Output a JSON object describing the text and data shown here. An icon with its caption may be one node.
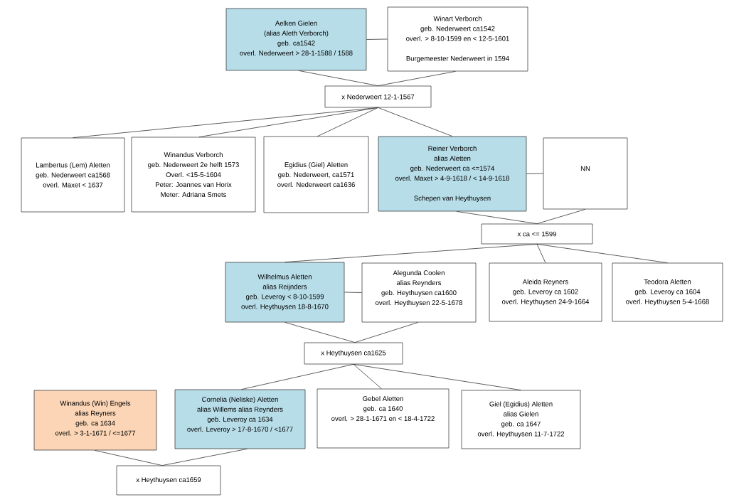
{
  "diagram": {
    "nodes": [
      {
        "text": [
          "Aelken Gielen",
          "(alias Aleth Verborch)",
          "geb. ca1542",
          "overl. Nederweert > 28-1-1588 / 1588"
        ]
      },
      {
        "text": [
          "Winart Verborch",
          "geb. Nederweert ca1542",
          "overl. > 8-10-1599 en < 12-5-1601",
          "Burgemeester Nederweert in 1594"
        ]
      },
      {
        "text": [
          "x Nederweert 12-1-1567"
        ]
      },
      {
        "text": [
          "Lambertus (Lem) Aletten",
          "geb. Nederweert ca1568",
          "overl. Maxet < 1637"
        ]
      },
      {
        "text": [
          "Winandus Verborch",
          "geb. Nederweert 2e helft 1573",
          "Overl. <15-5-1604",
          "Peter: Joannes van Horix",
          "Meter: Adriana Smets"
        ]
      },
      {
        "text": [
          "Egidius (Giel) Aletten",
          "geb. Nederweert, ca1571",
          "overl. Nederweert ca1636"
        ]
      },
      {
        "text": [
          "Reiner Verborch",
          "alias Aletten",
          "geb. Nederweert ca <=1574",
          "overl. Maxet > 4-9-1618 / < 14-9-1618",
          "Schepen van Heythuysen"
        ]
      },
      {
        "text": [
          "NN"
        ]
      },
      {
        "text": [
          "x ca <= 1599"
        ]
      },
      {
        "text": [
          "Wilhelmus Aletten",
          "alias Reijnders",
          "geb. Leveroy < 8-10-1599",
          "overl. Heythuysen 18-8-1670"
        ]
      },
      {
        "text": [
          "Alegunda Coolen",
          "alias Reynders",
          "geb. Heythuysen ca1600",
          "overl. Heythuysen 22-5-1678"
        ]
      },
      {
        "text": [
          "Aleida Reyners",
          "geb. Leveroy ca 1602",
          "overl. Heythuysen 24-9-1664"
        ]
      },
      {
        "text": [
          "Teodora Aletten",
          "geb. Leveroy ca 1604",
          "overl. Heythuysen 5-4-1668"
        ]
      },
      {
        "text": [
          "x Heythuysen ca1625"
        ]
      },
      {
        "text": [
          "Winandus (Win) Engels",
          "alias Reyners",
          "geb. ca 1634",
          "overl. > 3-1-1671 / <=1677"
        ]
      },
      {
        "text": [
          "Cornelia (Neliske) Aletten",
          "alias Willems alias Reynders",
          "geb. Leveroy ca 1634",
          "overl. Leveroy > 17-8-1670 / <1677"
        ]
      },
      {
        "text": [
          "Gebel Aletten",
          "geb. ca 1640",
          "overl. > 28-1-1671 en < 18-4-1722"
        ]
      },
      {
        "text": [
          "Giel (Egidius) Aletten",
          "alias Gielen",
          "geb. ca 1647",
          "overl. Heythuysen 11-7-1722"
        ]
      },
      {
        "text": [
          "x Heythuysen ca1659"
        ]
      }
    ],
    "edges": [
      {
        "from": 0,
        "to": 1,
        "arrow": "none"
      },
      {
        "from": 0,
        "to": 2,
        "arrow": "none"
      },
      {
        "from": 1,
        "to": 2,
        "arrow": "none"
      },
      {
        "from": 2,
        "to": 3,
        "arrow": "none"
      },
      {
        "from": 2,
        "to": 4,
        "arrow": "none"
      },
      {
        "from": 2,
        "to": 5,
        "arrow": "none"
      },
      {
        "from": 2,
        "to": 6,
        "arrow": "none"
      },
      {
        "from": 6,
        "to": 7,
        "arrow": "none"
      },
      {
        "from": 6,
        "to": 8,
        "arrow": "none"
      },
      {
        "from": 7,
        "to": 8,
        "arrow": "none"
      },
      {
        "from": 8,
        "to": 9,
        "arrow": "none"
      },
      {
        "from": 8,
        "to": 11,
        "arrow": "none"
      },
      {
        "from": 8,
        "to": 12,
        "arrow": "none"
      },
      {
        "from": 9,
        "to": 10,
        "arrow": "none"
      },
      {
        "from": 9,
        "to": 13,
        "arrow": "none"
      },
      {
        "from": 10,
        "to": 13,
        "arrow": "none"
      },
      {
        "from": 13,
        "to": 15,
        "arrow": "none"
      },
      {
        "from": 13,
        "to": 16,
        "arrow": "none"
      },
      {
        "from": 13,
        "to": 17,
        "arrow": "none"
      },
      {
        "from": 14,
        "to": 18,
        "arrow": "none"
      },
      {
        "from": 15,
        "to": 18,
        "arrow": "none"
      }
    ]
  }
}
